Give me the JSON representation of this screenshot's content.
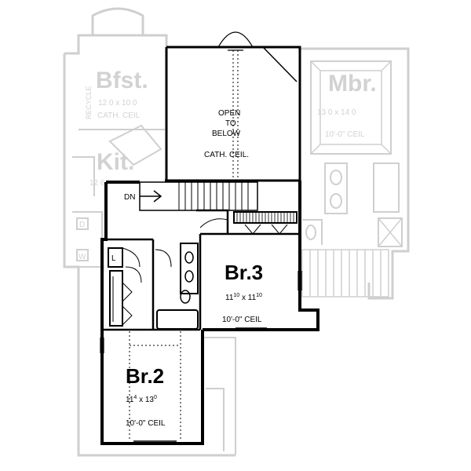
{
  "colors": {
    "ink": "#000000",
    "ghost": "#cfcfcf",
    "paper": "#ffffff"
  },
  "ghost_rooms": {
    "bfst": {
      "name": "Bfst.",
      "dims": "12 0 x 10 0",
      "ceil": "CATH. CEIL",
      "side_label": "RECYCLE"
    },
    "kit": {
      "name": "Kit.",
      "dims": "12 6"
    },
    "mbr": {
      "name": "Mbr.",
      "dims": "13 0 x 14 0",
      "ceil": "10'-0\" CEIL"
    },
    "misc": {
      "l1": "D",
      "l2": "W"
    }
  },
  "open_area": {
    "l1": "OPEN",
    "l2": "TO",
    "l3": "BELOW",
    "ceil": "CATH. CEIL."
  },
  "stair_label": "DN",
  "linen_label": "L",
  "bedrooms": [
    {
      "name": "Br.3",
      "dims_a": "11",
      "sup_a": "10",
      "dims_b": "x 11",
      "sup_b": "10",
      "ceil": "10'-0\" CEIL"
    },
    {
      "name": "Br.2",
      "dims_a": "11",
      "sup_a": "4",
      "dims_b": "x 13",
      "sup_b": "0",
      "ceil": "10'-0\" CEIL"
    }
  ]
}
